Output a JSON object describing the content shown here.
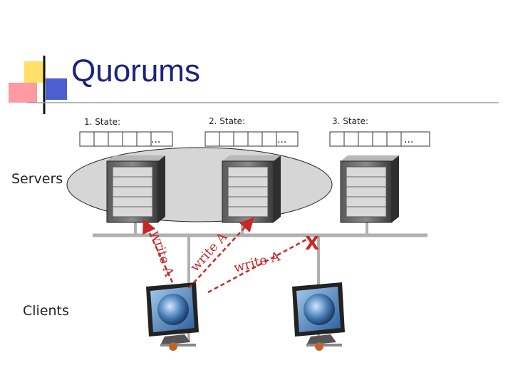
{
  "slide": {
    "title": "Quorums"
  },
  "states": [
    {
      "label": "1. State:",
      "ellipsis": "..."
    },
    {
      "label": "2. State:",
      "ellipsis": "..."
    },
    {
      "label": "3. State:",
      "ellipsis": "..."
    }
  ],
  "labels": {
    "servers": "Servers",
    "clients": "Clients"
  },
  "messages": [
    {
      "text": "write A"
    },
    {
      "text": "write A"
    },
    {
      "text": "write A"
    }
  ],
  "failure_mark": "X",
  "colors": {
    "title": "#1a237e",
    "accent_yellow": "#ffe066",
    "accent_pink": "#ff9aa2",
    "accent_blue": "#4a5fd0",
    "arrow": "#c62828",
    "ellipse": "#d6d6d6"
  }
}
